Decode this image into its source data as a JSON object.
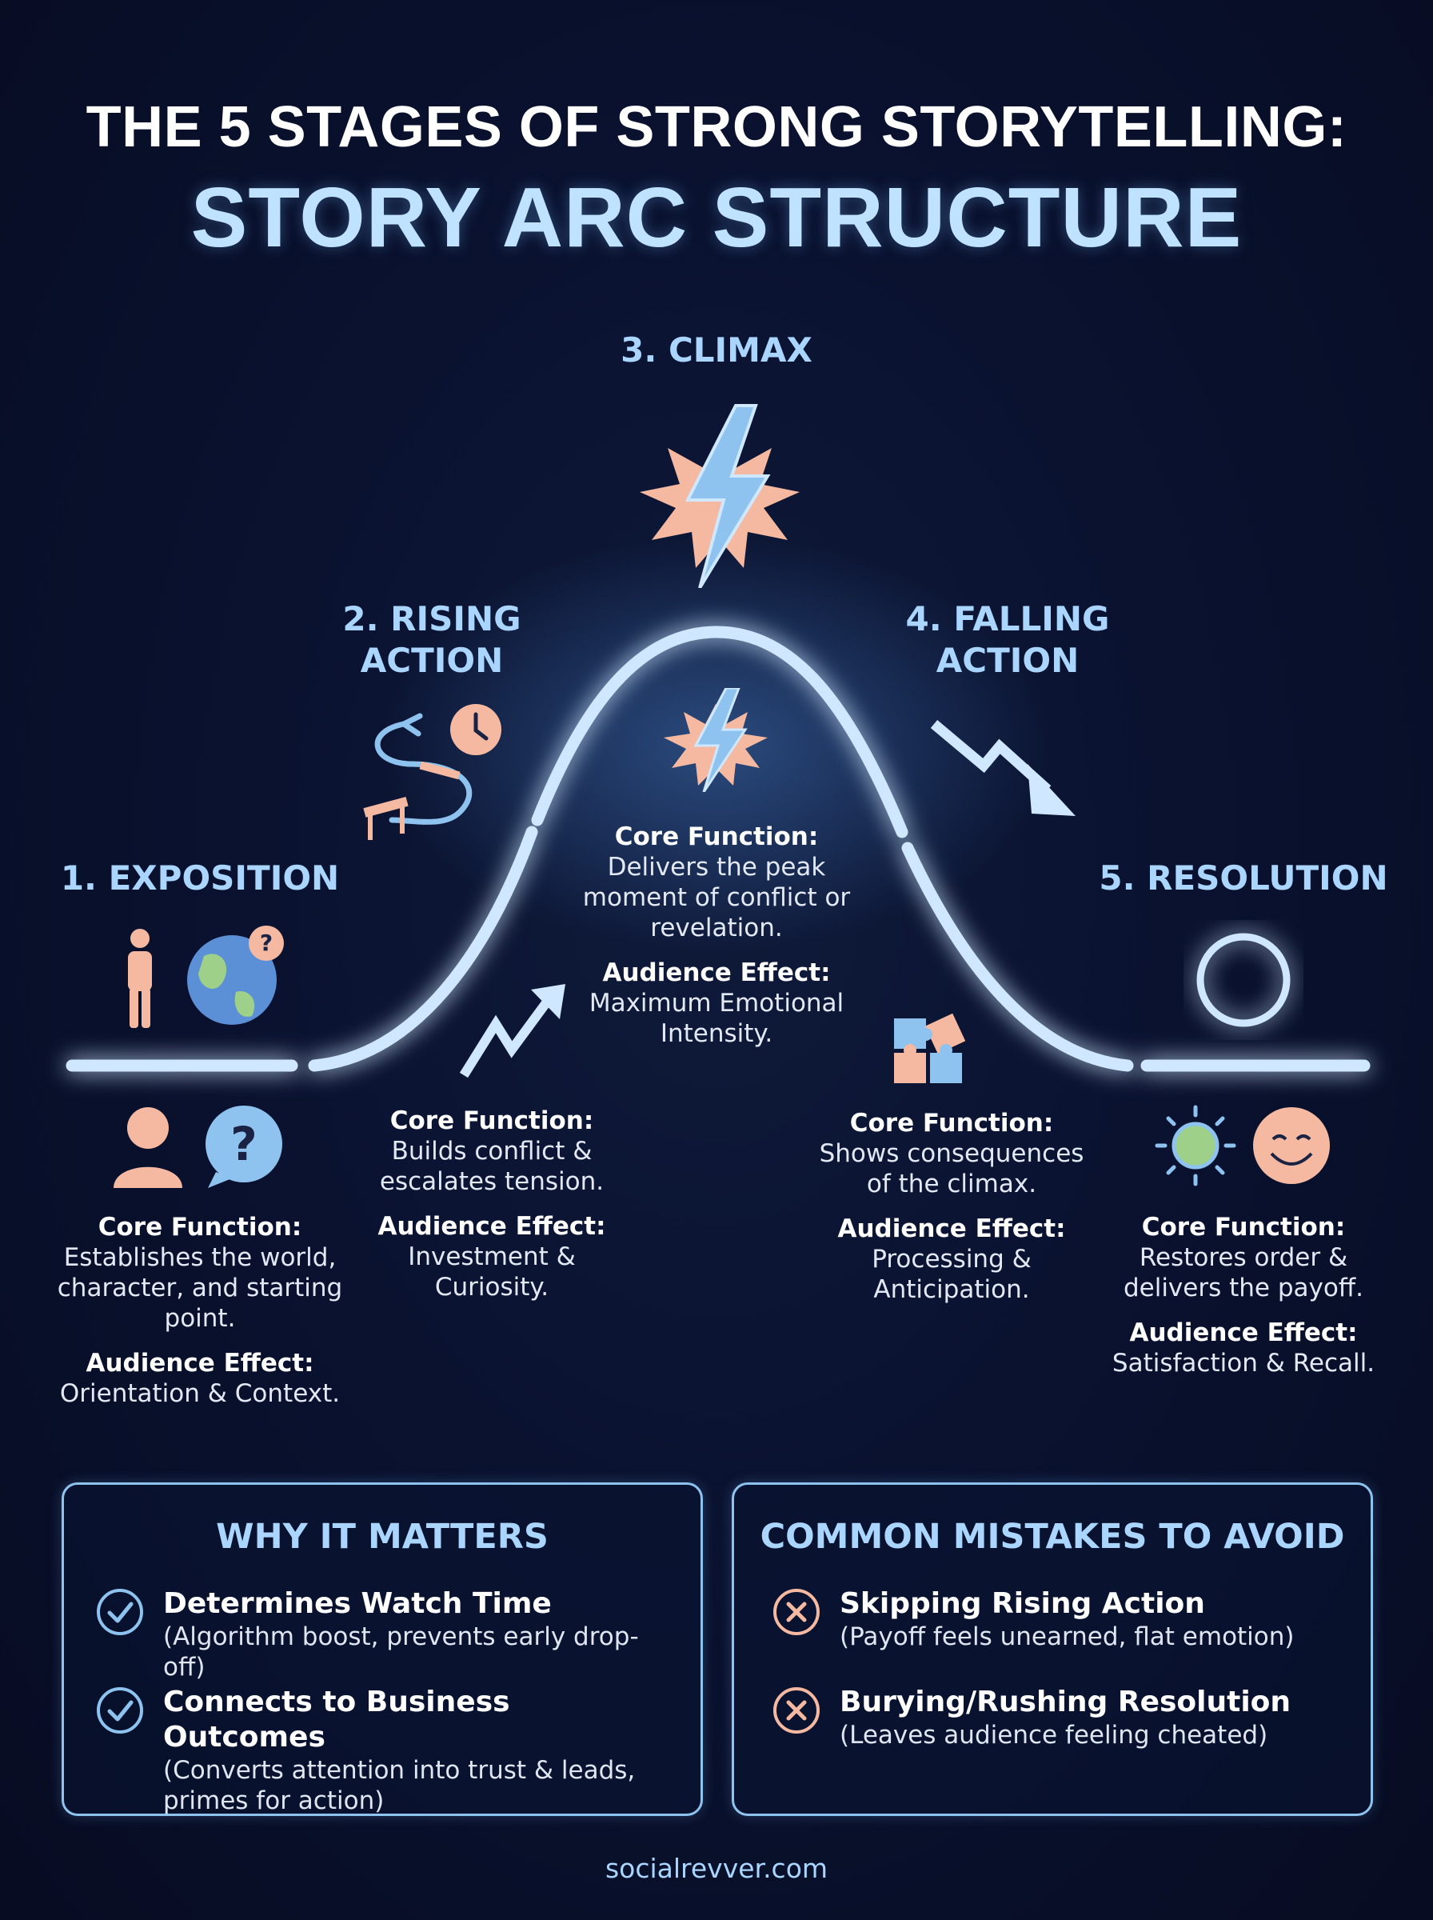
{
  "header": {
    "title_line1": "THE 5 STAGES OF STRONG STORYTELLING:",
    "title_line2": "STORY ARC STRUCTURE"
  },
  "colors": {
    "background": "#0a1230",
    "accent_blue": "#a9d5ff",
    "arc_glow": "#cfe8ff",
    "accent_peach": "#f4b9a0",
    "check_blue": "#8ec3ef",
    "x_peach": "#f4b9a0"
  },
  "stages": [
    {
      "title": "1. EXPOSITION",
      "icons": [
        "person-icon",
        "globe-question-icon",
        "user-icon",
        "question-bubble-icon"
      ],
      "core_label": "Core Function:",
      "core_text": "Establishes the world, character, and starting point.",
      "effect_label": "Audience Effect:",
      "effect_text": "Orientation & Context."
    },
    {
      "title": "2. RISING ACTION",
      "icons": [
        "winding-road-clock-icon",
        "trend-up-arrow-icon"
      ],
      "core_label": "Core Function:",
      "core_text": "Builds conflict & escalates tension.",
      "effect_label": "Audience Effect:",
      "effect_text": "Investment & Curiosity."
    },
    {
      "title": "3. CLIMAX",
      "icons": [
        "lightning-burst-icon",
        "lightning-burst-small-icon"
      ],
      "core_label": "Core Function:",
      "core_text": "Delivers the peak moment of conflict or revelation.",
      "effect_label": "Audience Effect:",
      "effect_text": "Maximum Emotional Intensity."
    },
    {
      "title": "4. FALLING ACTION",
      "icons": [
        "zigzag-down-arrow-icon",
        "puzzle-icon"
      ],
      "core_label": "Core Function:",
      "core_text": "Shows consequences of the climax.",
      "effect_label": "Audience Effect:",
      "effect_text": "Processing & Anticipation."
    },
    {
      "title": "5. RESOLUTION",
      "icons": [
        "ring-icon",
        "sun-icon",
        "smiley-icon"
      ],
      "core_label": "Core Function:",
      "core_text": "Restores order & delivers the payoff.",
      "effect_label": "Audience Effect:",
      "effect_text": "Satisfaction & Recall."
    }
  ],
  "why_it_matters": {
    "title": "WHY IT MATTERS",
    "items": [
      {
        "head": "Determines Watch Time",
        "sub": "(Algorithm boost, prevents early drop-off)"
      },
      {
        "head": "Connects to Business Outcomes",
        "sub": "(Converts attention into trust & leads, primes for action)"
      }
    ]
  },
  "mistakes": {
    "title": "COMMON MISTAKES TO AVOID",
    "items": [
      {
        "head": "Skipping Rising Action",
        "sub": "(Payoff feels unearned, flat emotion)"
      },
      {
        "head": "Burying/Rushing Resolution",
        "sub": "(Leaves audience feeling cheated)"
      }
    ]
  },
  "footer": {
    "site": "socialrevver.com"
  }
}
